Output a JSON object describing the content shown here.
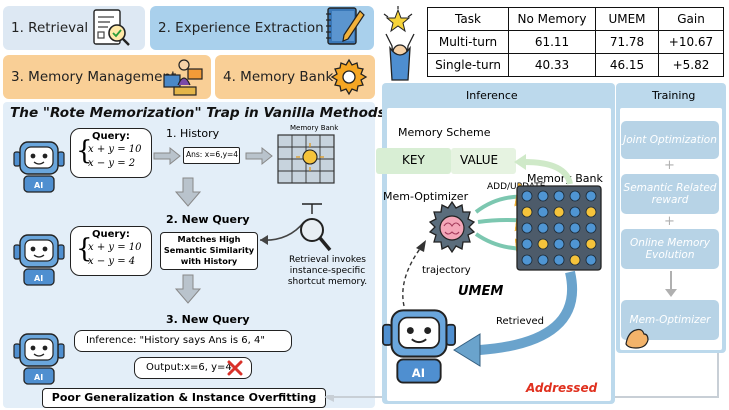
{
  "steps": {
    "retrieval": "1. Retrieval",
    "extraction": "2. Experience Extraction",
    "management": "3. Memory Management",
    "bank": "4. Memory Bank"
  },
  "results_table": {
    "headers": [
      "Task",
      "No Memory",
      "UMEM",
      "Gain"
    ],
    "rows": [
      [
        "Multi-turn",
        "61.11",
        "71.78",
        "+10.67"
      ],
      [
        "Single-turn",
        "40.33",
        "46.15",
        "+5.82"
      ]
    ]
  },
  "trap": {
    "title": "The \"Rote Memorization\" Trap in Vanilla Methods.",
    "history_label": "1. History",
    "memory_bank_caption": "Memory Bank",
    "query_label": "Query:",
    "eq1_line1": "x + y = 10",
    "eq1_line2": "x − y = 2",
    "ans_text": "Ans: x=6,y=4",
    "new_query_label": "2. New Query",
    "eq2_line1": "x + y = 10",
    "eq2_line2": "x − y = 4",
    "match_text": "Matches High Semantic Similarity with History",
    "retrieval_note": "Retrieval invokes instance-specific shortcut memory.",
    "new_query_label_3": "3. New Query",
    "inference_text": "Inference: \"History says Ans is 6, 4\"",
    "output_text": "Output:x=6, y=4",
    "ai_label": "AI",
    "conclusion": "Poor Generalization & Instance Overfitting"
  },
  "inference": {
    "header": "Inference",
    "memory_scheme": "Memory Scheme",
    "key": "KEY",
    "value": "VALUE",
    "mem_optimizer": "Mem-Optimizer",
    "add_update": "ADD/UPDATE",
    "memory_bank": "Memory Bank",
    "trajectory": "trajectory",
    "umem": "UMEM",
    "retrieved": "Retrieved",
    "ai_label": "AI",
    "addressed": "Addressed"
  },
  "training": {
    "header": "Training",
    "items": [
      "Joint Optimization",
      "Semantic Related reward",
      "Online Memory Evolution",
      "Mem-Optimizer"
    ]
  },
  "colors": {
    "step_pale_blue": "#dde8f3",
    "step_blue": "#a9d0ec",
    "step_orange": "#f9cf96",
    "panel_blue": "#bcd9ec",
    "trap_bg": "#e3eef8",
    "pill_blue": "#b7d3e6",
    "key_green": "#d8eed4",
    "addressed_red": "#e0301e"
  }
}
